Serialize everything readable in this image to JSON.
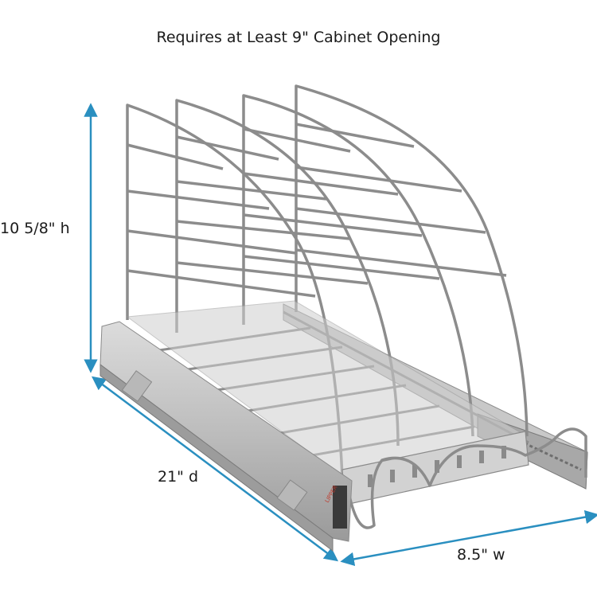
{
  "caption": "Requires at Least 9\" Cabinet Opening",
  "dimensions": {
    "height": "10 5/8\" h",
    "depth": "21\" d",
    "width": "8.5\" w"
  },
  "colors": {
    "arrow": "#2a8fc0",
    "chrome": "#8c8c8c",
    "chrome_highlight": "#d2d2d2",
    "rail": "#b9b9b9",
    "text": "#1b1b1b"
  },
  "illustration": {
    "subject": "pull-out-wire-rack",
    "rail_label": "LIPPER"
  }
}
